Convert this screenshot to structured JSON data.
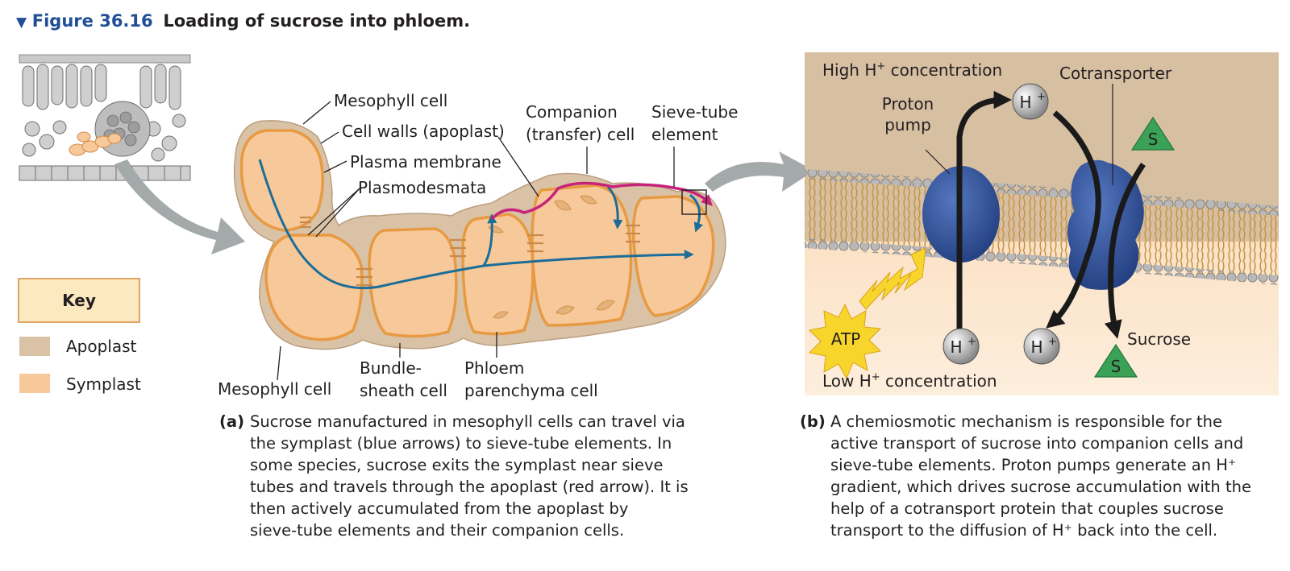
{
  "figure": {
    "number": "Figure 36.16",
    "title": "Loading of sucrose into phloem."
  },
  "panel_a": {
    "labels": {
      "mesophyll_top": "Mesophyll cell",
      "cell_walls": "Cell walls (apoplast)",
      "plasma_membrane": "Plasma membrane",
      "plasmodesmata": "Plasmodesmata",
      "companion_1": "Companion",
      "companion_2": "(transfer) cell",
      "sieve_1": "Sieve-tube",
      "sieve_2": "element",
      "mesophyll_bottom": "Mesophyll cell",
      "bundle_1": "Bundle-",
      "bundle_2": "sheath cell",
      "phloem_1": "Phloem",
      "phloem_2": "parenchyma cell"
    },
    "key": {
      "title": "Key",
      "items": [
        {
          "label": "Apoplast",
          "color": "#d9c2a6"
        },
        {
          "label": "Symplast",
          "color": "#f7c99a"
        }
      ]
    },
    "caption_tag": "(a)",
    "caption_lines": [
      "Sucrose manufactured in mesophyll cells can travel via",
      "the symplast (blue arrows) to sieve-tube elements. In",
      "some species, sucrose exits the symplast near sieve",
      "tubes and travels through the apoplast (red arrow). It is",
      "then actively accumulated from the apoplast by",
      "sieve-tube elements and their companion cells."
    ]
  },
  "panel_b": {
    "labels": {
      "high_pre": "High H",
      "high_post": " concentration",
      "low_pre": "Low H",
      "low_post": " concentration",
      "cotransporter": "Cotransporter",
      "proton_1": "Proton",
      "proton_2": "pump",
      "sucrose": "Sucrose",
      "atp": "ATP",
      "h": "H",
      "plus": "+",
      "s": "S"
    },
    "caption_tag": "(b)",
    "caption_lines": [
      "A chemiosmotic mechanism is responsible for the",
      "active transport of sucrose into companion cells and",
      "sieve-tube elements. Proton pumps generate an H⁺",
      "gradient, which drives sucrose accumulation with the",
      "help of a cotransport protein that couples sucrose",
      "transport to the diffusion of H⁺ back into the cell."
    ]
  },
  "colors": {
    "figure_blue": "#1f4e96",
    "symplast_arrow": "#1c6d97",
    "apoplast_arrow": "#c8237a",
    "apoplast": "#d9c2a6",
    "symplast": "#f7c99a",
    "proton_pump": "#3a5fa8",
    "sucrose_green": "#3aa157",
    "atp_yellow": "#f7d52a"
  }
}
